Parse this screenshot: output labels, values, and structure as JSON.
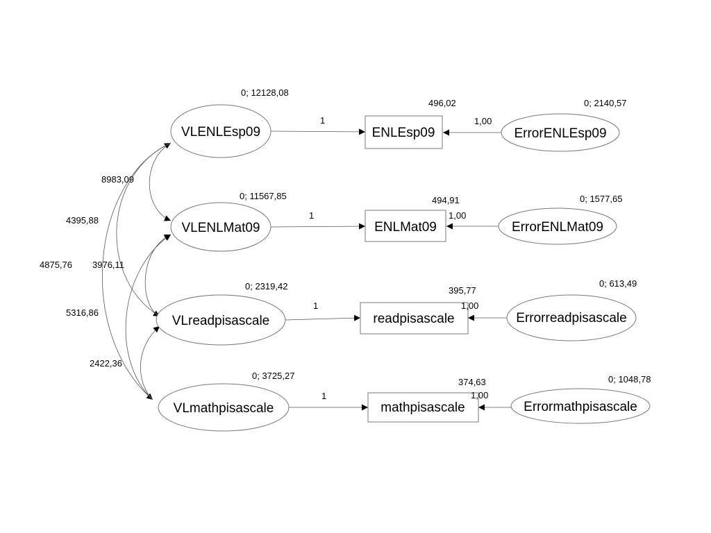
{
  "latent_vars": [
    {
      "name": "VLENLEsp09",
      "variance": "0; 12128,08"
    },
    {
      "name": "VLENLMat09",
      "variance": "0; 11567,85"
    },
    {
      "name": "VLreadpisascale",
      "variance": "0; 2319,42"
    },
    {
      "name": "VLmathpisascale",
      "variance": "0; 3725,27"
    }
  ],
  "observed_vars": [
    {
      "name": "ENLEsp09",
      "intercept": "496,02"
    },
    {
      "name": "ENLMat09",
      "intercept": "494,91"
    },
    {
      "name": "readpisascale",
      "intercept": "395,77"
    },
    {
      "name": "mathpisascale",
      "intercept": "374,63"
    }
  ],
  "error_vars": [
    {
      "name": "ErrorENLEsp09",
      "variance": "0; 2140,57"
    },
    {
      "name": "ErrorENLMat09",
      "variance": "0; 1577,65"
    },
    {
      "name": "Errorreadpisascale",
      "variance": "0; 613,49"
    },
    {
      "name": "Errormathpisascale",
      "variance": "0; 1048,78"
    }
  ],
  "loadings": [
    "1",
    "1",
    "1",
    "1"
  ],
  "error_weights": [
    "1,00",
    "1,00",
    "1,00",
    "1,00"
  ],
  "covariances": [
    {
      "pair": "VLENLEsp09-VLENLMat09",
      "value": "8983,09"
    },
    {
      "pair": "VLENLEsp09-VLreadpisascale",
      "value": "4395,88"
    },
    {
      "pair": "VLENLEsp09-VLmathpisascale",
      "value": "4875,76"
    },
    {
      "pair": "VLENLMat09-VLreadpisascale",
      "value": "3976,11"
    },
    {
      "pair": "VLENLMat09-VLmathpisascale",
      "value": "5316,86"
    },
    {
      "pair": "VLreadpisascale-VLmathpisascale",
      "value": "2422,36"
    }
  ]
}
